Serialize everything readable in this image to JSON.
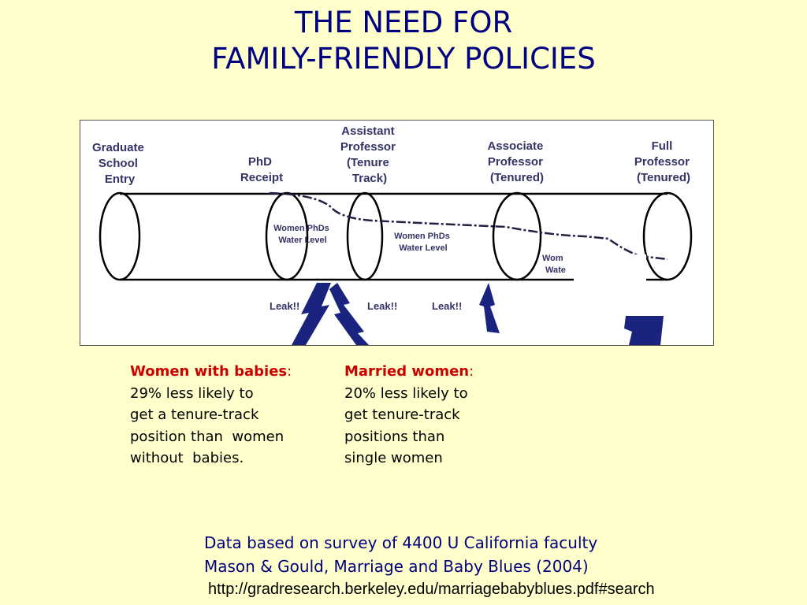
{
  "slide": {
    "title_line1": "THE NEED FOR",
    "title_line2": "FAMILY-FRIENDLY POLICIES"
  },
  "diagram": {
    "stage_labels": {
      "graduate": [
        "Graduate",
        "School",
        "Entry"
      ],
      "phd": [
        "PhD",
        "Receipt"
      ],
      "assistant": [
        "Assistant",
        "Professor",
        "(Tenure",
        "Track)"
      ],
      "associate": [
        "Associate",
        "Professor",
        "(Tenured)"
      ],
      "full": [
        "Full",
        "Professor",
        "(Tenured)"
      ]
    },
    "water_labels": {
      "first": [
        "Women PhDs",
        "Water Level"
      ],
      "second": [
        "Women PhDs",
        "Water Level"
      ],
      "third": [
        "Wom",
        "Wate"
      ]
    },
    "leak_label": "Leak!!",
    "colors": {
      "pipe_stroke": "#000000",
      "label_text": "#333366",
      "leak_fill": "#1a237e"
    }
  },
  "stats": {
    "babies": {
      "heading": "Women with babies",
      "colon": ":",
      "lines": [
        "29% less likely to",
        "get a tenure-track",
        "position than  women",
        "without  babies."
      ]
    },
    "married": {
      "heading": "Married women",
      "colon": ":",
      "lines": [
        "20% less likely to",
        "get tenure-track",
        "positions than",
        "single women"
      ]
    }
  },
  "source": {
    "line1": "Data based on survey of 4400 U California faculty",
    "line2": "Mason & Gould, Marriage and Baby Blues (2004)",
    "url": "http://gradresearch.berkeley.edu/marriagebabyblues.pdf#search"
  }
}
